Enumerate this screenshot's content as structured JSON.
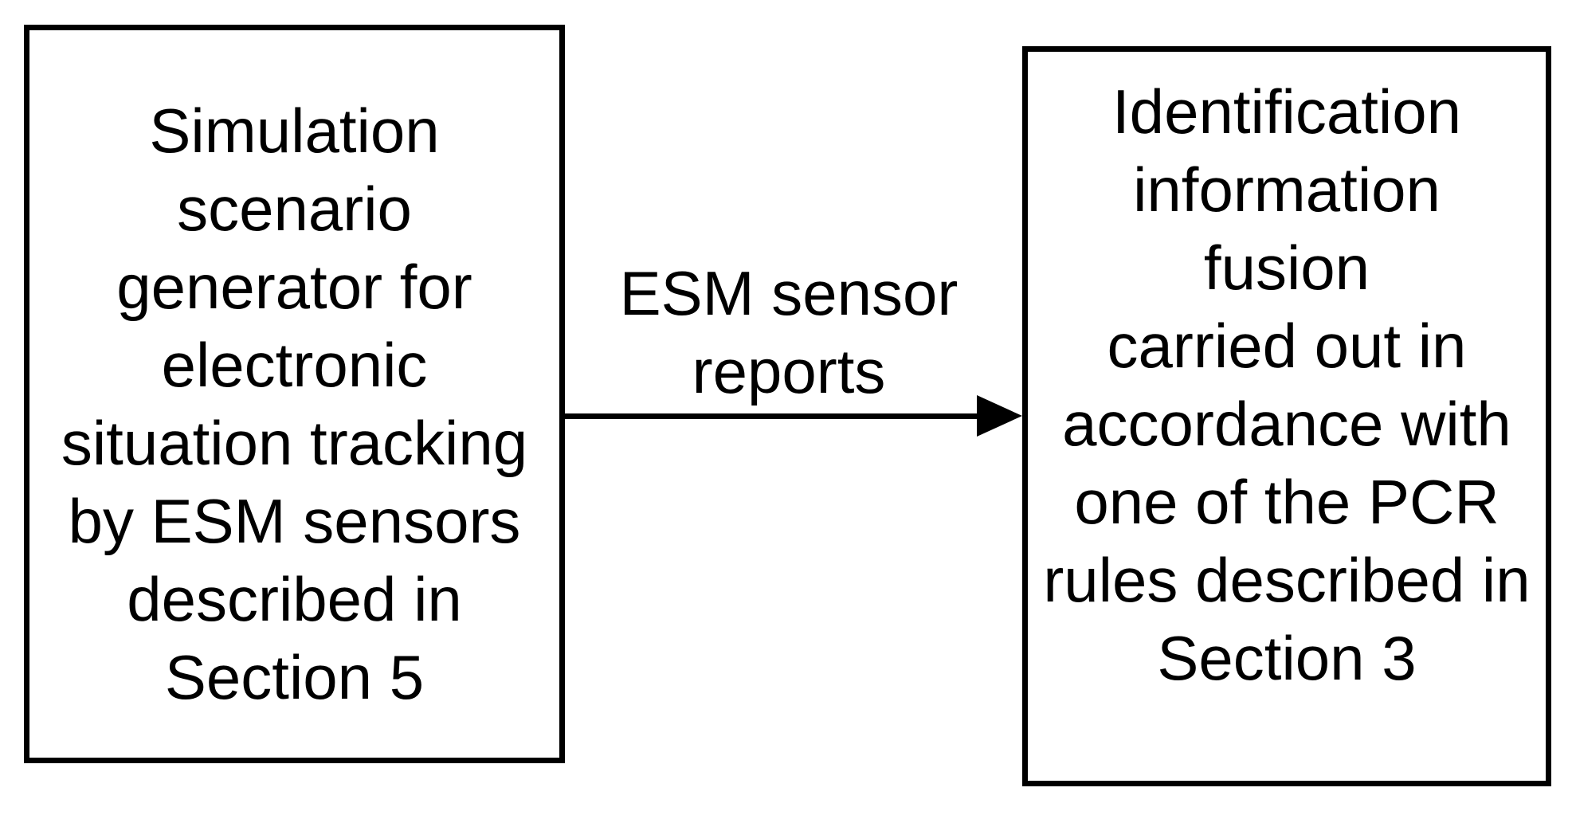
{
  "diagram": {
    "left_box": {
      "text": "Simulation\nscenario\ngenerator for\nelectronic\nsituation tracking\nby ESM sensors\ndescribed in\nSection 5"
    },
    "arrow": {
      "label": "ESM sensor\nreports",
      "direction": "left-to-right"
    },
    "right_box": {
      "text": "Identification\ninformation\nfusion\ncarried out in\naccordance with\none of the PCR\nrules described in\nSection 3"
    },
    "colors": {
      "border": "#000000",
      "text": "#000000",
      "background": "#ffffff"
    }
  }
}
